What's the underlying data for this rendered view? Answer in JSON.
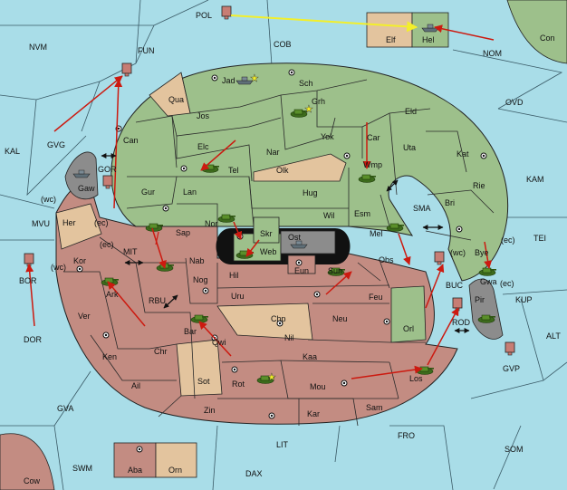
{
  "colors": {
    "sea": "#a9dde8",
    "green": "#9dc08b",
    "red": "#c38c82",
    "neutral": "#e3c49e",
    "gray": "#8c8c8c",
    "arrow_red": "#cc1a10",
    "arrow_yellow": "#f3ef2a",
    "black": "#111111"
  },
  "sea_labels": [
    {
      "id": "pol",
      "text": "POL"
    },
    {
      "id": "cob",
      "text": "COB"
    },
    {
      "id": "nvm",
      "text": "NVM"
    },
    {
      "id": "fun",
      "text": "FUN"
    },
    {
      "id": "nom",
      "text": "NOM"
    },
    {
      "id": "con",
      "text": "Con"
    },
    {
      "id": "ovd",
      "text": "OVD"
    },
    {
      "id": "kal",
      "text": "KAL"
    },
    {
      "id": "gvg",
      "text": "GVG"
    },
    {
      "id": "kam",
      "text": "KAM"
    },
    {
      "id": "sma",
      "text": "SMA"
    },
    {
      "id": "tei",
      "text": "TEI"
    },
    {
      "id": "mvu",
      "text": "MVU"
    },
    {
      "id": "mit",
      "text": "MIT"
    },
    {
      "id": "rbu",
      "text": "RBU"
    },
    {
      "id": "bor",
      "text": "BOR"
    },
    {
      "id": "dor",
      "text": "DOR"
    },
    {
      "id": "buc",
      "text": "BUC"
    },
    {
      "id": "kup",
      "text": "KUP"
    },
    {
      "id": "rod",
      "text": "ROD"
    },
    {
      "id": "alt",
      "text": "ALT"
    },
    {
      "id": "gvp",
      "text": "GVP"
    },
    {
      "id": "gva",
      "text": "GVA"
    },
    {
      "id": "fro",
      "text": "FRO"
    },
    {
      "id": "som",
      "text": "SOM"
    },
    {
      "id": "lit",
      "text": "LIT"
    },
    {
      "id": "swm",
      "text": "SWM"
    },
    {
      "id": "dax",
      "text": "DAX"
    },
    {
      "id": "cow",
      "text": "Cow"
    }
  ],
  "land_labels": [
    {
      "id": "elf",
      "text": "Elf"
    },
    {
      "id": "hel",
      "text": "Hel"
    },
    {
      "id": "jad",
      "text": "Jad"
    },
    {
      "id": "sch",
      "text": "Sch"
    },
    {
      "id": "qua",
      "text": "Qua"
    },
    {
      "id": "jos",
      "text": "Jos"
    },
    {
      "id": "grh",
      "text": "Grh"
    },
    {
      "id": "eld",
      "text": "Eld"
    },
    {
      "id": "can",
      "text": "Can"
    },
    {
      "id": "yok",
      "text": "Yok"
    },
    {
      "id": "car",
      "text": "Car"
    },
    {
      "id": "uta",
      "text": "Uta"
    },
    {
      "id": "elc",
      "text": "Elc"
    },
    {
      "id": "nar",
      "text": "Nar"
    },
    {
      "id": "tel",
      "text": "Tel"
    },
    {
      "id": "olk",
      "text": "Olk"
    },
    {
      "id": "wmp",
      "text": "Wmp"
    },
    {
      "id": "kat",
      "text": "Kat"
    },
    {
      "id": "gor",
      "text": "GOR"
    },
    {
      "id": "gaw",
      "text": "Gaw"
    },
    {
      "id": "lan",
      "text": "Lan"
    },
    {
      "id": "gur",
      "text": "Gur"
    },
    {
      "id": "hug",
      "text": "Hug"
    },
    {
      "id": "rie",
      "text": "Rie"
    },
    {
      "id": "bri",
      "text": "Bri"
    },
    {
      "id": "wc1",
      "text": "(wc)"
    },
    {
      "id": "nor",
      "text": "Nor"
    },
    {
      "id": "wil",
      "text": "Wil"
    },
    {
      "id": "esm",
      "text": "Esm"
    },
    {
      "id": "her",
      "text": "Her"
    },
    {
      "id": "ec1",
      "text": "(ec)"
    },
    {
      "id": "sap",
      "text": "Sap"
    },
    {
      "id": "skr",
      "text": "Skr"
    },
    {
      "id": "ost",
      "text": "Ost"
    },
    {
      "id": "mel",
      "text": "Mel"
    },
    {
      "id": "ec2",
      "text": "(ec)"
    },
    {
      "id": "ec3",
      "text": "(ec)"
    },
    {
      "id": "web",
      "text": "Web"
    },
    {
      "id": "bye",
      "text": "Bye"
    },
    {
      "id": "wc2",
      "text": "(wc)"
    },
    {
      "id": "kor",
      "text": "Kor"
    },
    {
      "id": "wc3",
      "text": "(wc)"
    },
    {
      "id": "nab",
      "text": "Nab"
    },
    {
      "id": "eun",
      "text": "Eun"
    },
    {
      "id": "obs",
      "text": "Obs"
    },
    {
      "id": "sun",
      "text": "Sun"
    },
    {
      "id": "hil",
      "text": "Hil"
    },
    {
      "id": "gwa",
      "text": "Gwa"
    },
    {
      "id": "ec4",
      "text": "(ec)"
    },
    {
      "id": "nog",
      "text": "Nog"
    },
    {
      "id": "ark",
      "text": "Ark"
    },
    {
      "id": "uru",
      "text": "Uru"
    },
    {
      "id": "feu",
      "text": "Feu"
    },
    {
      "id": "pir",
      "text": "Pir"
    },
    {
      "id": "ver",
      "text": "Ver"
    },
    {
      "id": "chp",
      "text": "Chp"
    },
    {
      "id": "neu",
      "text": "Neu"
    },
    {
      "id": "orl",
      "text": "Orl"
    },
    {
      "id": "bar",
      "text": "Bar"
    },
    {
      "id": "qwi",
      "text": "Qwi"
    },
    {
      "id": "nil",
      "text": "Nil"
    },
    {
      "id": "ken",
      "text": "Ken"
    },
    {
      "id": "chr",
      "text": "Chr"
    },
    {
      "id": "kaa",
      "text": "Kaa"
    },
    {
      "id": "ail",
      "text": "Ail"
    },
    {
      "id": "sot",
      "text": "Sot"
    },
    {
      "id": "rot",
      "text": "Rot"
    },
    {
      "id": "mou",
      "text": "Mou"
    },
    {
      "id": "los",
      "text": "Los"
    },
    {
      "id": "zin",
      "text": "Zin"
    },
    {
      "id": "kar",
      "text": "Kar"
    },
    {
      "id": "sam",
      "text": "Sam"
    },
    {
      "id": "aba",
      "text": "Aba"
    },
    {
      "id": "orn",
      "text": "Orn"
    }
  ]
}
